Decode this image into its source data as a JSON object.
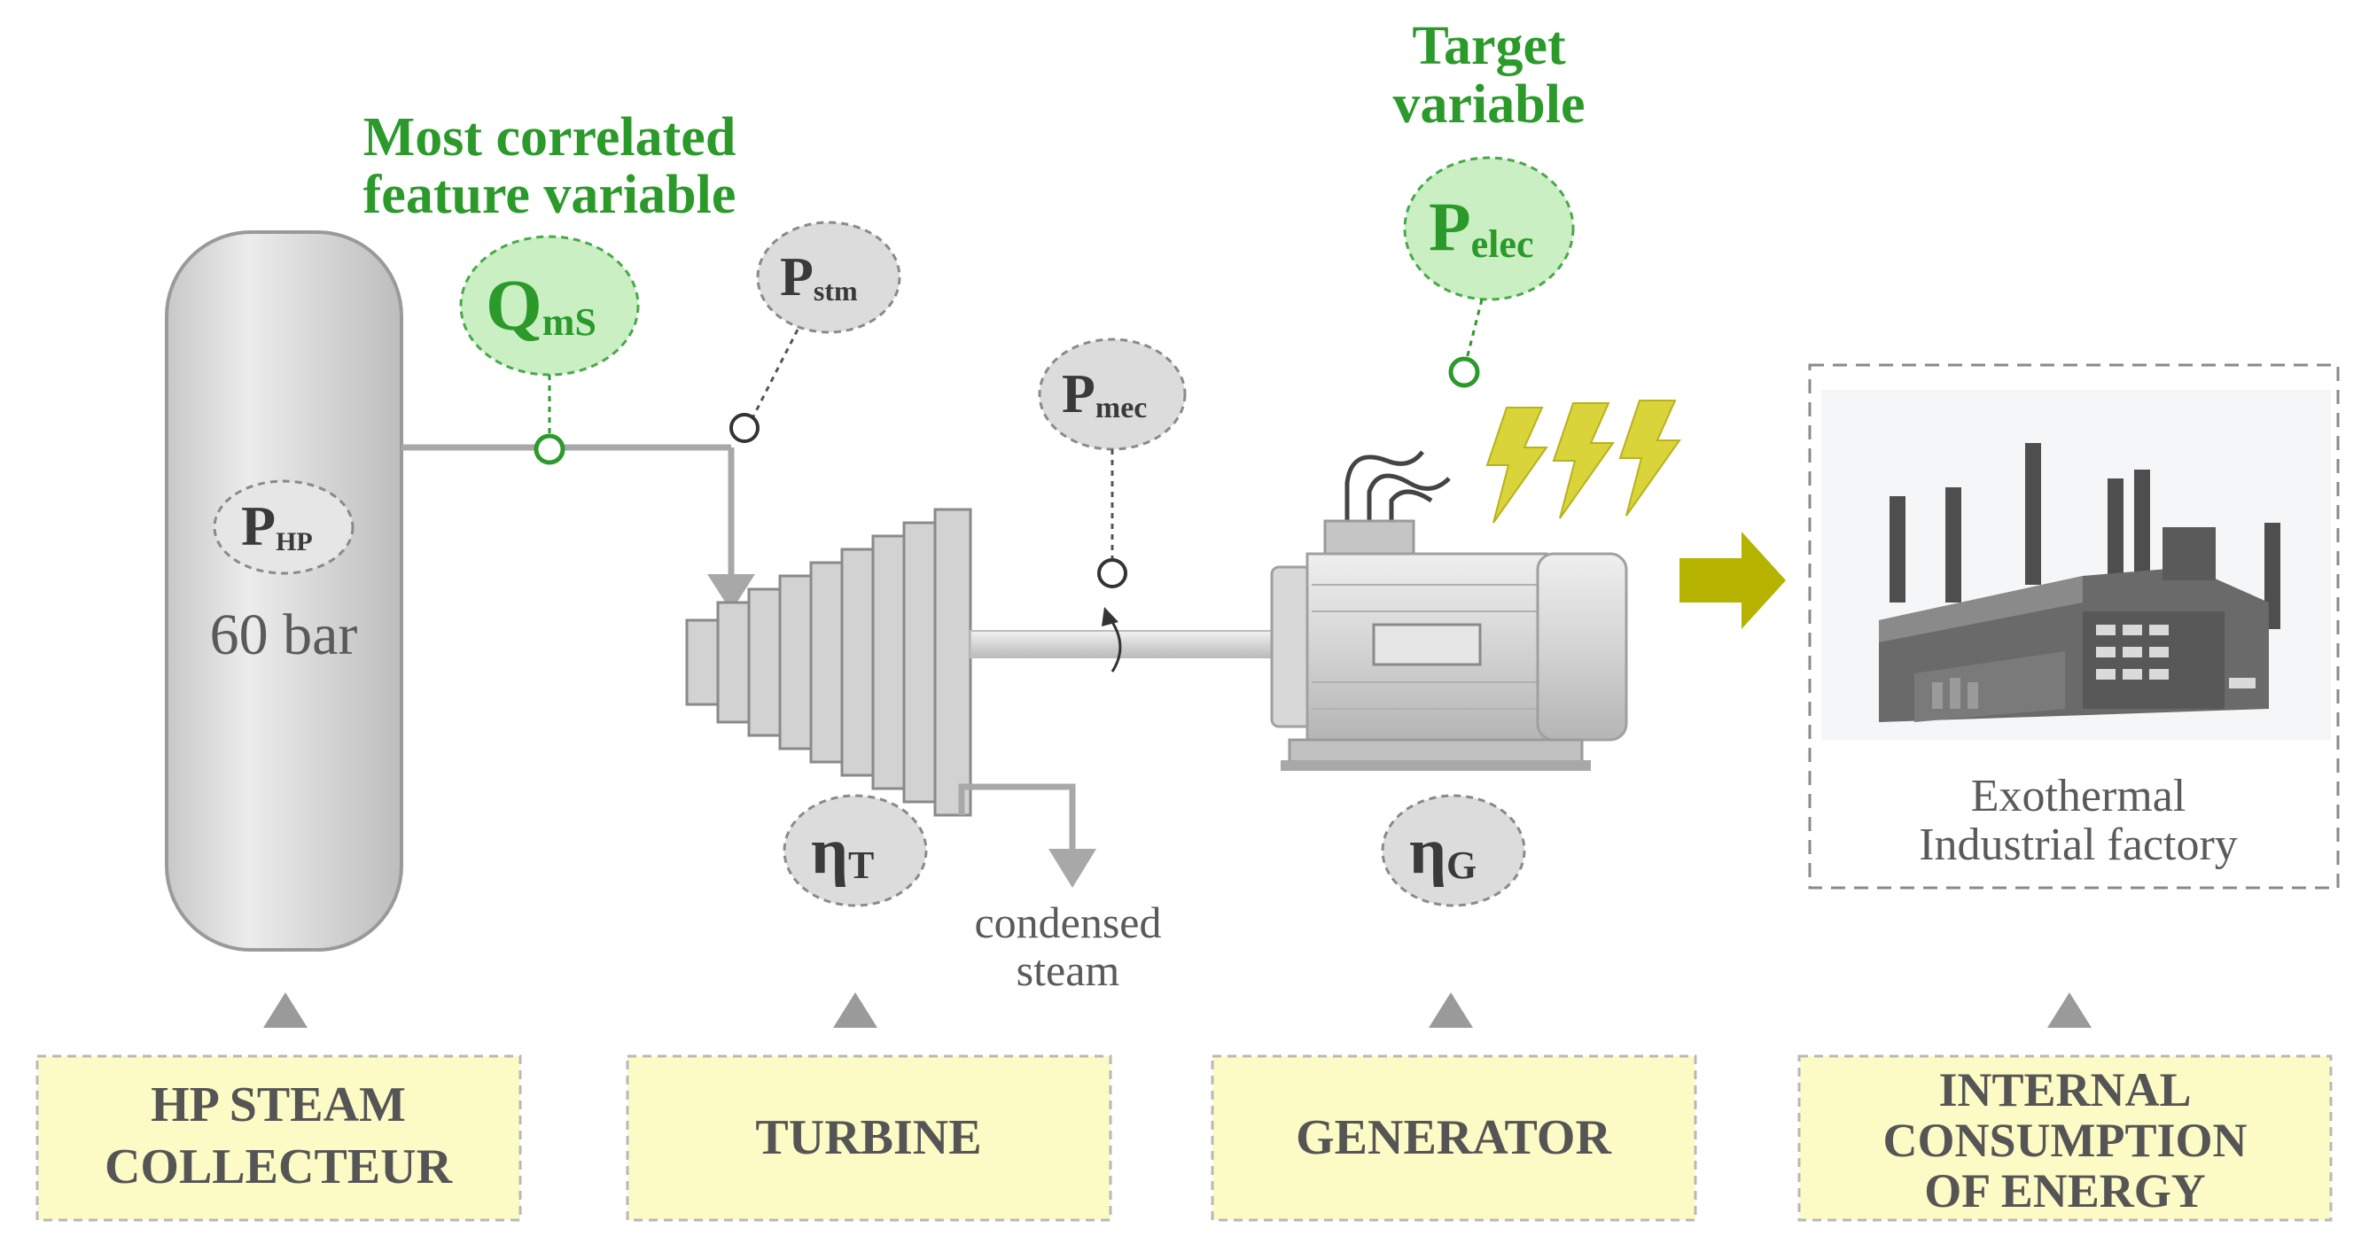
{
  "annotations": {
    "most_correlated": [
      "Most correlated",
      "feature variable"
    ],
    "target": [
      "Target",
      "variable"
    ]
  },
  "variables": {
    "qms": {
      "main": "Q",
      "sub": "mS"
    },
    "pstm": {
      "main": "P",
      "sub": "stm"
    },
    "pmec": {
      "main": "P",
      "sub": "mec"
    },
    "pelec": {
      "main": "P",
      "sub": "elec"
    },
    "php": {
      "main": "P",
      "sub": "HP"
    },
    "eta_t": {
      "main": "η",
      "sub": "T"
    },
    "eta_g": {
      "main": "η",
      "sub": "G"
    }
  },
  "collector": {
    "pressure": "60 bar"
  },
  "turbine": {
    "outlet": [
      "condensed",
      "steam"
    ]
  },
  "factory": {
    "label": [
      "Exothermal",
      "Industrial factory"
    ]
  },
  "stages": {
    "hp": [
      "HP STEAM",
      "COLLECTEUR"
    ],
    "turbine": [
      "TURBINE"
    ],
    "generator": [
      "GENERATOR"
    ],
    "consumption": [
      "INTERNAL",
      "CONSUMPTION",
      "OF ENERGY"
    ]
  },
  "colors": {
    "highlight_green": "#2b9a2b",
    "highlight_fill": "#c9efc2",
    "label_box_fill": "#fcfbc6",
    "arrow_olive": "#b5b200",
    "lightning_yellow": "#d9d43a"
  }
}
